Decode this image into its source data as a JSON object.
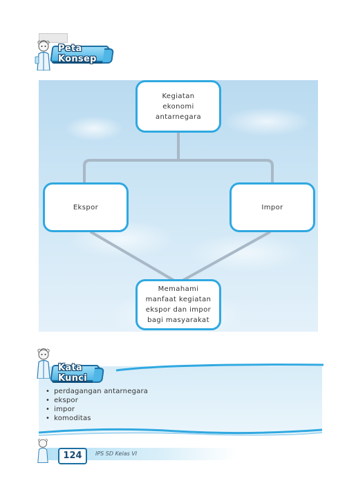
{
  "concept_map": {
    "heading": "Peta Konsep",
    "nodes": {
      "root": "Kegiatan ekonomi antarnegara",
      "left": "Ekspor",
      "right": "Impor",
      "bottom": "Memahami manfaat kegiatan ekspor dan impor bagi masyarakat"
    }
  },
  "key_words": {
    "heading": "Kata Kunci",
    "items": [
      "perdagangan antarnegara",
      "ekspor",
      "impor",
      "komoditas"
    ]
  },
  "footer": {
    "page_number": "124",
    "book_title": "IPS SD Kelas VI"
  },
  "colors": {
    "accent": "#2fa8e0",
    "banner_border": "#1b6fa3"
  }
}
